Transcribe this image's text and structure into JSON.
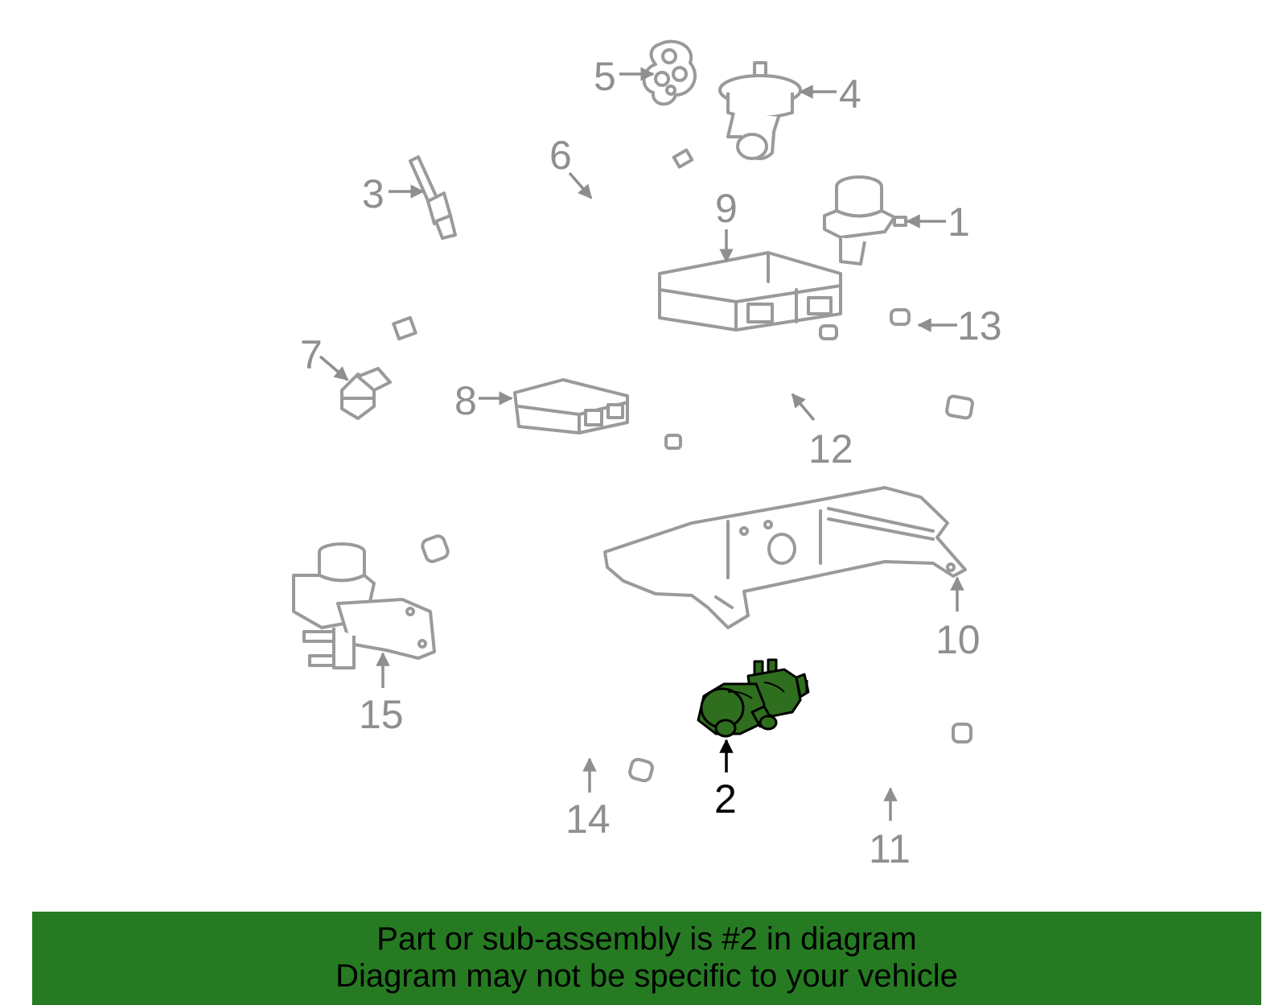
{
  "diagram": {
    "highlighted_part": "2",
    "callouts": [
      {
        "id": "c1",
        "label": "1"
      },
      {
        "id": "c2",
        "label": "2"
      },
      {
        "id": "c3",
        "label": "3"
      },
      {
        "id": "c4",
        "label": "4"
      },
      {
        "id": "c5",
        "label": "5"
      },
      {
        "id": "c6",
        "label": "6"
      },
      {
        "id": "c7",
        "label": "7"
      },
      {
        "id": "c8",
        "label": "8"
      },
      {
        "id": "c9",
        "label": "9"
      },
      {
        "id": "c10",
        "label": "10"
      },
      {
        "id": "c11",
        "label": "11"
      },
      {
        "id": "c12",
        "label": "12"
      },
      {
        "id": "c13",
        "label": "13"
      },
      {
        "id": "c14",
        "label": "14"
      },
      {
        "id": "c15",
        "label": "15"
      }
    ],
    "colors": {
      "part_stroke": "#9a9a9a",
      "highlight_fill": "#2f6e1e",
      "banner_bg": "#267b22"
    }
  },
  "banner": {
    "line1": "Part or sub-assembly is #2 in diagram",
    "line2": "Diagram may not be specific to your vehicle"
  }
}
